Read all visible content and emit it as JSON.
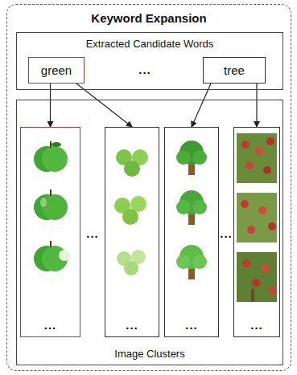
{
  "diagram": {
    "title": "Keyword Expansion",
    "nodes": [
      {
        "text": [
          "Keyword Expansion"
        ]
      },
      {
        "text": [
          "Extracted Candidate Words"
        ],
        "in": 0
      },
      {
        "text": [
          "green"
        ],
        "in": 1
      },
      {
        "text": [
          "tree"
        ],
        "in": 1
      },
      {
        "text": [
          "Image Clusters"
        ],
        "in": 0
      },
      {
        "text": [
          "..."
        ],
        "in": 4
      },
      {
        "text": [
          "..."
        ],
        "in": 4
      },
      {
        "text": [
          "..."
        ],
        "in": 4
      },
      {
        "text": [
          "..."
        ],
        "in": 4
      }
    ],
    "edges": [
      {
        "from": 2,
        "to": 5,
        "arrow": "to"
      },
      {
        "from": 2,
        "to": 6,
        "arrow": "to"
      },
      {
        "from": 3,
        "to": 7,
        "arrow": "to"
      },
      {
        "from": 3,
        "to": 8,
        "arrow": "to"
      }
    ],
    "labels": [
      "...",
      "...",
      "..."
    ]
  }
}
